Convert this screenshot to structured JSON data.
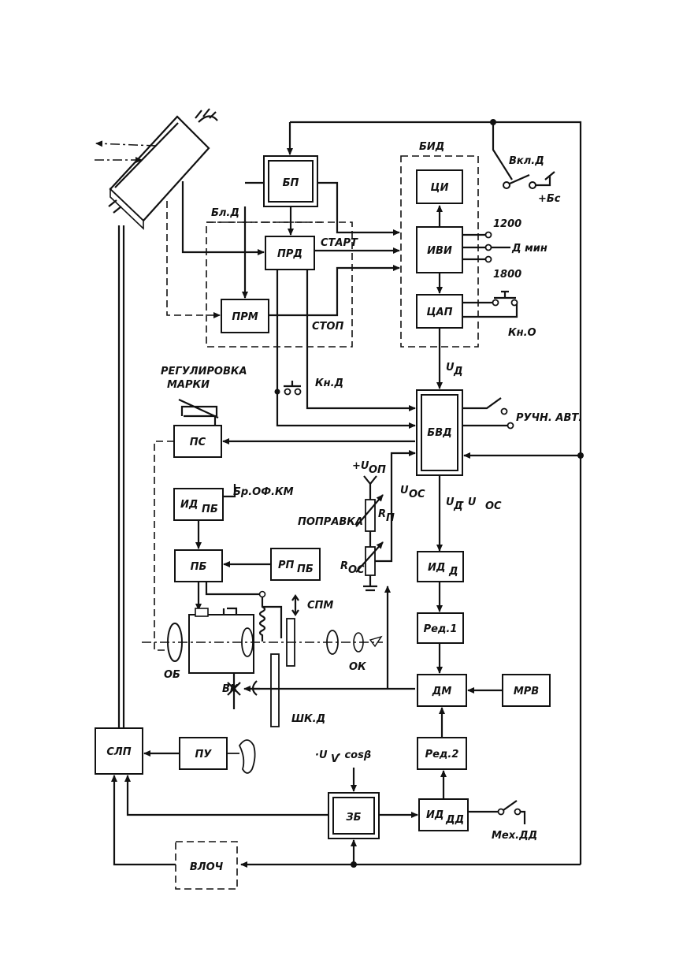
{
  "diagram": {
    "blocks": {
      "bp": "БП",
      "prd": "ПРД",
      "prm": "ПРМ",
      "ci": "ЦИ",
      "ivi": "ИВИ",
      "cap": "ЦАП",
      "bvd": "БВД",
      "ps": "ПС",
      "id_pb_main": "ИД",
      "id_pb_sub": "ПБ",
      "pb": "ПБ",
      "rp_pb_main": "РП",
      "rp_pb_sub": "ПБ",
      "id_d_main": "ИД",
      "id_d_sub": "Д",
      "red1": "Ред.1",
      "dm": "ДМ",
      "mrv": "МРВ",
      "red2": "Ред.2",
      "id_dd_main": "ИД",
      "id_dd_sub": "ДД",
      "zb": "ЗБ",
      "slp": "СЛП",
      "pu": "ПУ",
      "vloch": "ВЛОЧ"
    },
    "labels": {
      "bid": "БИД",
      "vkl_d": "Вкл.Д",
      "plus_bs": "+Бс",
      "bl_d": "Бл.Д",
      "start": "СТАРТ",
      "stop": "СТОП",
      "v1200": "1200",
      "d_min": "Д мин",
      "v1800": "1800",
      "kn_o": "Кн.О",
      "u_d": "U",
      "u_d_sub": "Д",
      "kn_d": "Кн.Д",
      "reg_marki_1": "РЕГУЛИРОВКА",
      "reg_marki_2": "МАРКИ",
      "ruchn_avt": "РУЧН. АВТ.",
      "plus_uop": "+U",
      "plus_uop_sub": "ОП",
      "u_oc": "U",
      "u_oc_sub": "ОС",
      "br_of_km": "Бр.ОФ.КМ",
      "popravka": "ПОПРАВКА",
      "r_p": "R",
      "r_p_sub": "П",
      "r_oc": "R",
      "r_oc_sub": "ОС",
      "u_diff_1": "U",
      "u_diff_1_sub": "Д",
      "u_diff_minus": " - U",
      "u_diff_2_sub": "ОС",
      "spm": "СПМ",
      "ob": "ОБ",
      "ok": "ОК",
      "vk": "ВК",
      "shk_d": "ШК.Д",
      "uv_cos": "·U",
      "uv_sub": "V",
      "uv_cos_tail": " · cosβ",
      "meh_dd": "Мех.ДД"
    }
  }
}
